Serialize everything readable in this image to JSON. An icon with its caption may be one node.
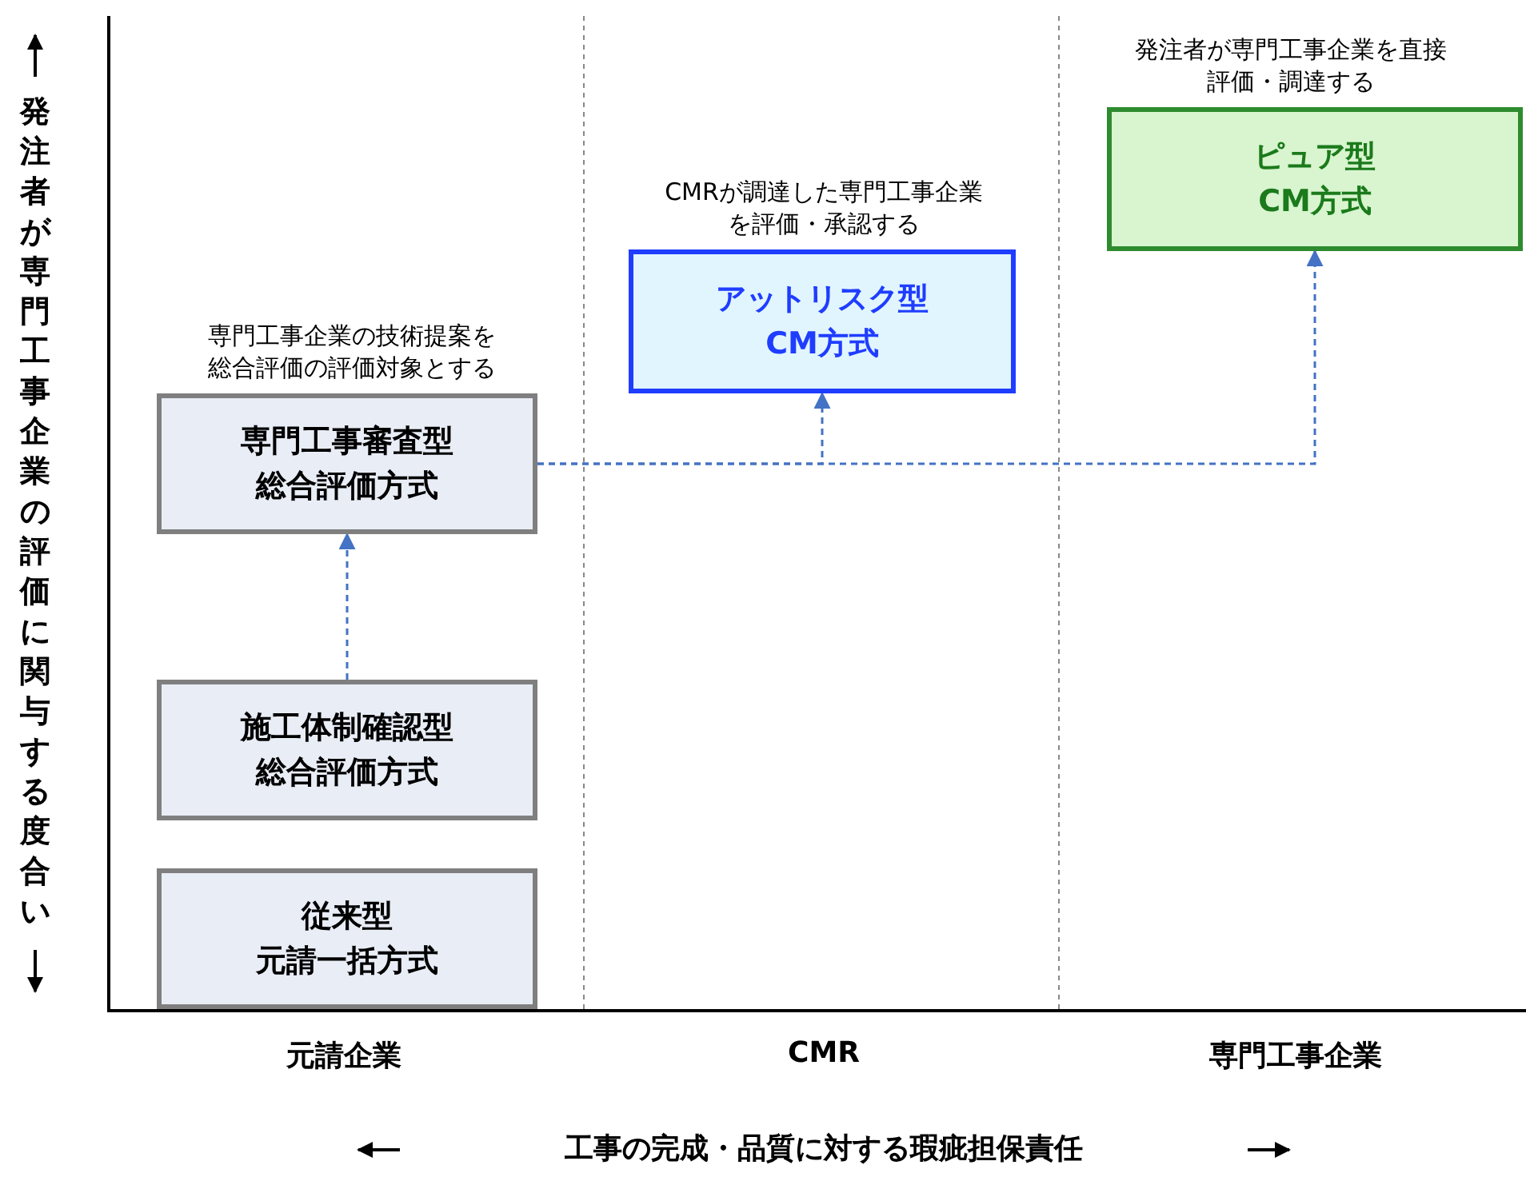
{
  "diagram": {
    "nodes": [
      {
        "text": [
          "従来型元請一括方式"
        ]
      },
      {
        "text": [
          "施工体制確認型総合評価方式"
        ]
      },
      {
        "text": [
          "専門工事企業の技術提案を総合評価の評価対象とする",
          "専門工事審査型総合評価方式"
        ]
      },
      {
        "text": [
          "CMRが調達した専門工事企業を評価・承認する",
          "アットリスク型CM方式"
        ]
      },
      {
        "text": [
          "発注者が専門工事企業を直接評価・調達する",
          "ピュア型CM方式"
        ]
      }
    ],
    "edges": [
      {
        "from": 1,
        "to": 2,
        "arrow": "to",
        "style": "dashed"
      },
      {
        "from": 2,
        "to": 3,
        "arrow": "to",
        "style": "dashed"
      },
      {
        "from": 2,
        "to": 4,
        "arrow": "to",
        "style": "dashed"
      }
    ],
    "labels": [
      "発注者が専門工事企業の評価に関与する度合い",
      "元請企業",
      "CMR",
      "専門工事企業",
      "工事の完成・品質に対する瑕疵担保責任"
    ]
  }
}
